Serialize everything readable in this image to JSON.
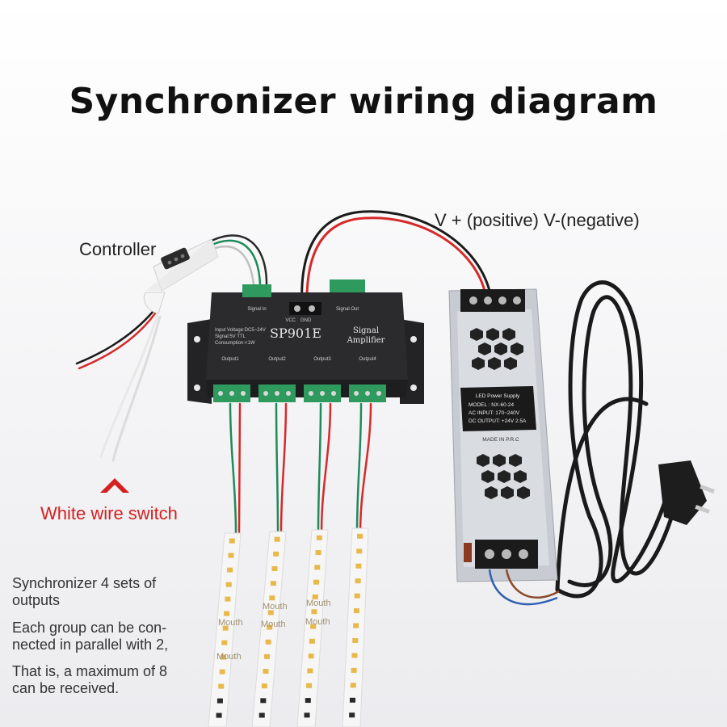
{
  "title": "Synchronizer wiring diagram",
  "labels": {
    "controller": "Controller",
    "power": "V + (positive) V-(negative)",
    "white_wire": "White wire switch",
    "outputs_line1": "Synchronizer 4 sets of",
    "outputs_line2": "outputs",
    "parallel_line1": "Each group can be con-",
    "parallel_line2": "nected in parallel with 2,",
    "max_line1": "That is, a maximum of 8",
    "max_line2": "can be received."
  },
  "device": {
    "model": "SP901E",
    "subtitle_line1": "Signal",
    "subtitle_line2": "Amplifier",
    "vcc": "VCC",
    "gnd": "GND",
    "signal_in": "Signal In",
    "signal_out": "Signal Out",
    "spec_line1": "Input Voltage:DC5~24V",
    "spec_line2": "Signal:5V TTL",
    "spec_line3": "Consumption:<1W",
    "outputs": [
      "Output1",
      "Output2",
      "Output3",
      "Output4"
    ]
  },
  "psu": {
    "heading": "LED Power Supply",
    "model": "MODEL : NX-60-24",
    "ac_input": "AC INPUT: 170~240V",
    "dc_output": "DC OUTPUT: +24V 2.5A",
    "made_in": "MADE IN P.R.C"
  },
  "strip_marks": [
    "Mouth",
    "Mouth",
    "Mouth",
    "Mouth",
    "Mouth",
    "Mouth"
  ],
  "colors": {
    "arrow": "#d42020",
    "wire_red": "#d62a2a",
    "wire_green": "#1f8a5a",
    "device": "#2b2b2d"
  }
}
